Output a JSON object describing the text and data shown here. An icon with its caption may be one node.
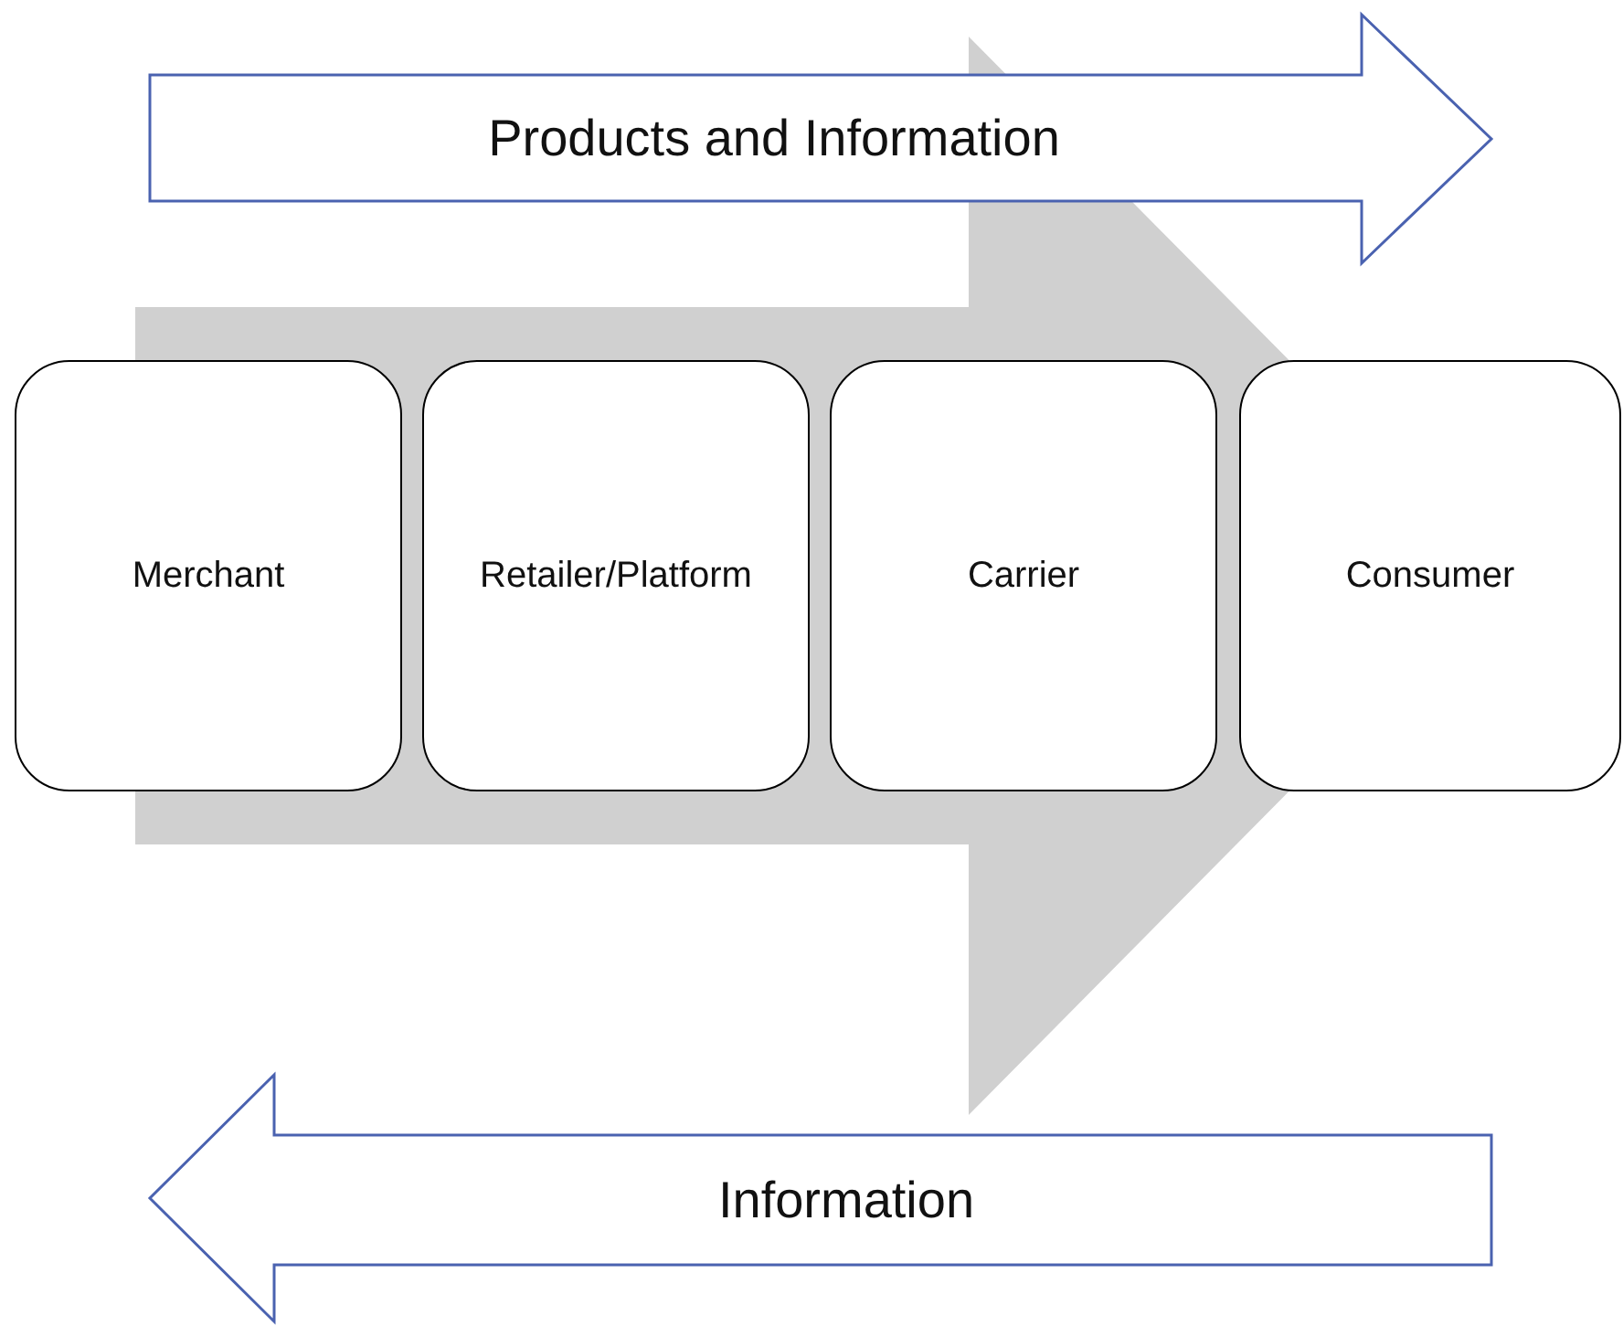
{
  "diagram": {
    "nodes": [
      {
        "text": [
          "Products and Information"
        ]
      },
      {
        "text": [
          "Merchant"
        ]
      },
      {
        "text": [
          "Retailer/Platform"
        ]
      },
      {
        "text": [
          "Carrier"
        ]
      },
      {
        "text": [
          "Consumer"
        ]
      },
      {
        "text": [
          "Information"
        ]
      }
    ],
    "edges": [
      {
        "from": 1,
        "to": 4,
        "arrow": "to",
        "style": "thick",
        "color": "#d0d0d0"
      }
    ]
  }
}
